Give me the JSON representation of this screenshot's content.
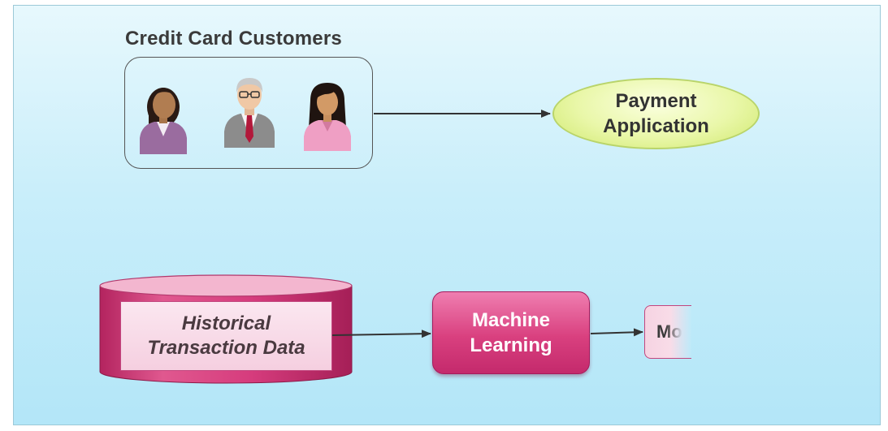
{
  "title": "Credit Card Customers",
  "customers": {
    "people": [
      {
        "icon": "woman-dark-hair-icon",
        "suit": "#9a6c9f"
      },
      {
        "icon": "man-gray-hair-glasses-icon",
        "suit": "#8c8c8c",
        "tie": "#b2183a"
      },
      {
        "icon": "woman-long-hair-icon",
        "suit": "#ef9fc4"
      }
    ]
  },
  "payment_app": {
    "label": "Payment\nApplication",
    "color": "#e9f7a8"
  },
  "database": {
    "label": "Historical\nTransaction Data",
    "color": "#d63c7d"
  },
  "machine_learning": {
    "label": "Machine\nLearning",
    "color": "#d9407f"
  },
  "model": {
    "label": "Mo"
  },
  "colors": {
    "background": "#c9eefa",
    "arrow": "#333333"
  }
}
